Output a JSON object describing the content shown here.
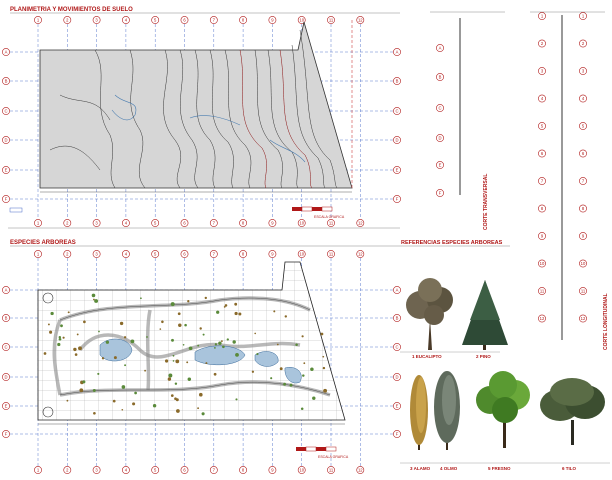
{
  "sections": {
    "planimetry_title": "PLANIMETRIA Y MOVIMIENTOS DE SUELO",
    "trees_title": "ESPECIES ARBOREAS",
    "references_title": "REFERENCIAS ESPECIES ARBOREAS",
    "cross_section": "CORTE TRANSVERSAL",
    "long_section": "CORTE LONGITUDINAL"
  },
  "grid": {
    "columns": [
      "1",
      "2",
      "3",
      "4",
      "5",
      "6",
      "7",
      "8",
      "9",
      "10",
      "11",
      "12"
    ],
    "rows": [
      "A",
      "B",
      "C",
      "D",
      "E",
      "F"
    ]
  },
  "scale_label": "ESCALA GRAFICA",
  "tree_species": [
    {
      "label": "1 EUCALIPTO"
    },
    {
      "label": "2 PINO"
    },
    {
      "label": "3 ALAMO"
    },
    {
      "label": "4 OLMO"
    },
    {
      "label": "5 FRESNO"
    },
    {
      "label": "6 TILO"
    }
  ],
  "colors": {
    "accent_red": "#b01818",
    "grid_blue": "#4a6cc8",
    "plan_gray": "#d4d4d4",
    "water_blue": "#7fa6c8"
  }
}
